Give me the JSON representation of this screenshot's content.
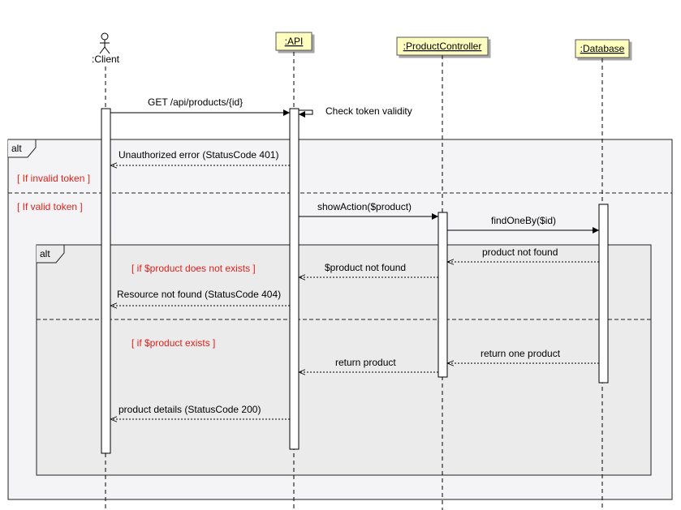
{
  "participants": {
    "client": ":Client",
    "api": ":API",
    "controller": ":ProductController",
    "database": ":Database"
  },
  "colors": {
    "object_box_fill": "#ffffc0",
    "guard_text": "#e0201a",
    "fragment_outer_fill": "#f4f4f6",
    "fragment_inner_fill": "#ebebeb"
  },
  "fragments": {
    "outer_operator": "alt",
    "inner_operator": "alt"
  },
  "guards": {
    "invalid_token": "[ If invalid token ]",
    "valid_token": "[ If valid token ]",
    "product_not_exists": "[ if $product does not exists ]",
    "product_exists": "[ if $product exists ]"
  },
  "messages": {
    "get_request": "GET /api/products/{id}",
    "check_token": "Check token validity",
    "unauthorized": "Unauthorized error (StatusCode 401)",
    "show_action": "showAction($product)",
    "find_one_by": "findOneBy($id)",
    "product_not_found_db": "product not found",
    "product_not_found_ctrl": "$product not found",
    "resource_not_found": "Resource not found (StatusCode 404)",
    "return_one_product": "return one product",
    "return_product": "return product",
    "product_details": "product details (StatusCode 200)"
  }
}
